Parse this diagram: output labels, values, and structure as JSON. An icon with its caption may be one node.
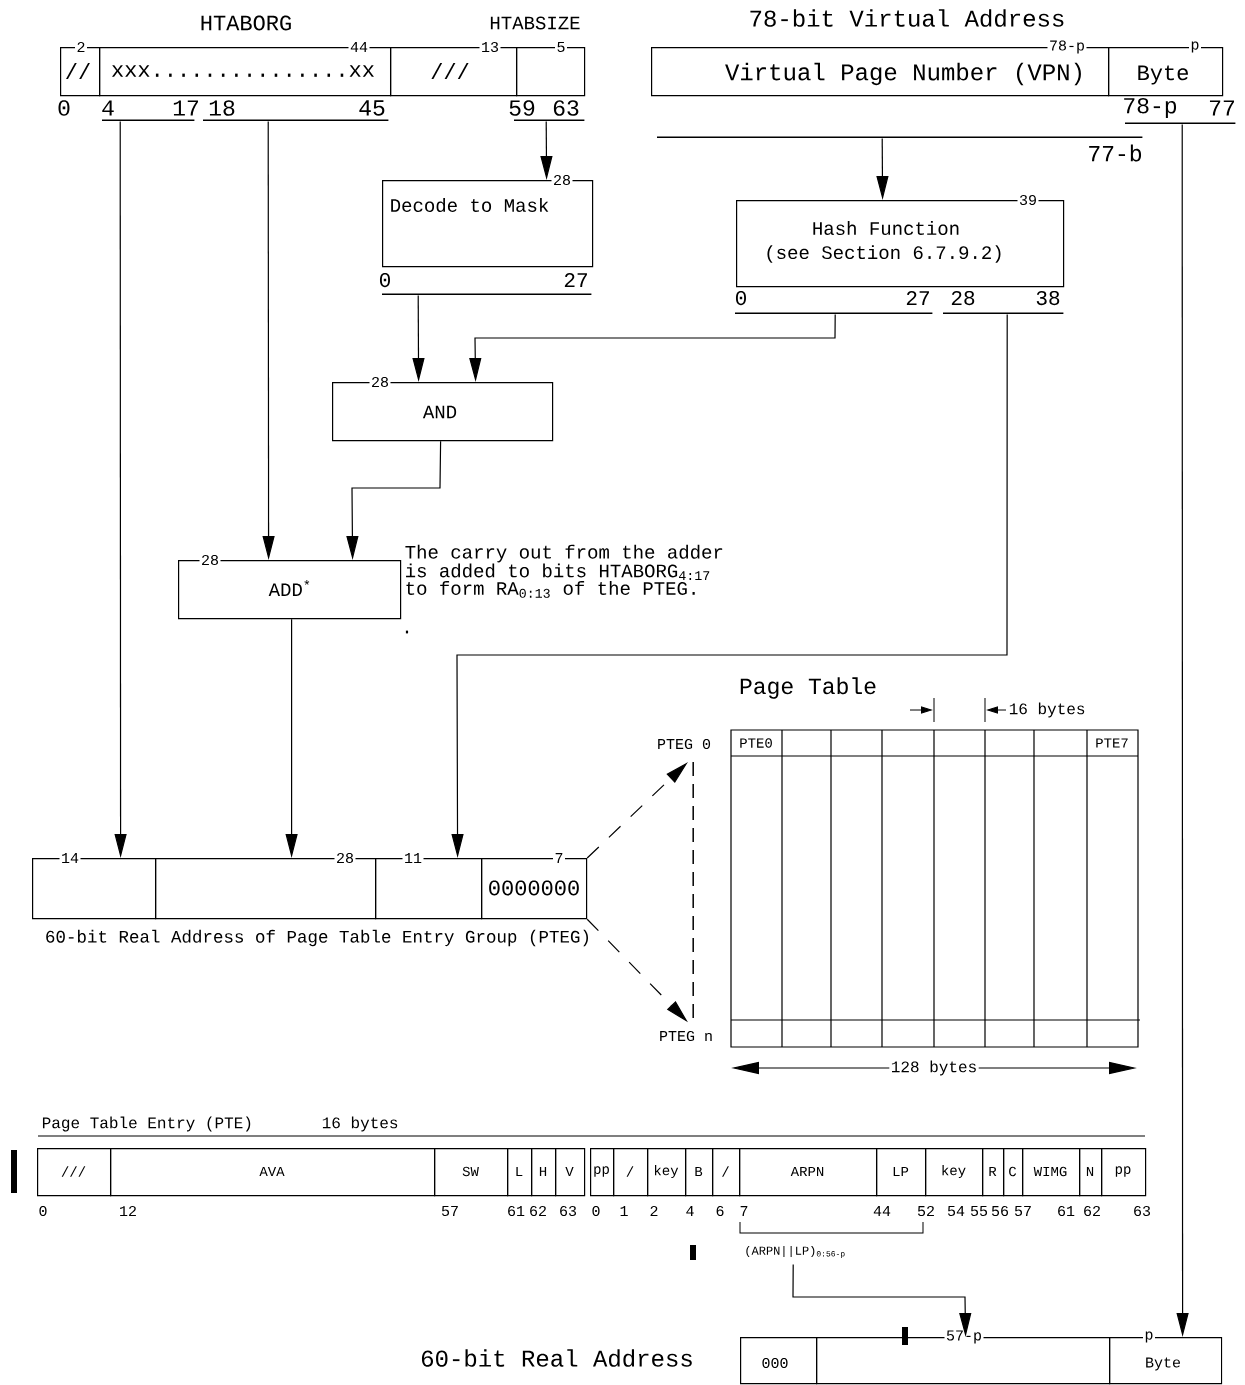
{
  "diagram": {
    "nodes": [
      {
        "text": [
          "2",
          "//"
        ]
      },
      {
        "text": [
          "44",
          "xxx...............xx"
        ]
      },
      {
        "text": [
          "13",
          "///"
        ]
      },
      {
        "text": [
          "5"
        ]
      },
      {
        "text": [],
        "shape": "line"
      },
      {
        "text": [],
        "shape": "line"
      },
      {
        "text": [],
        "shape": "line"
      },
      {
        "text": [
          "78-p",
          "Virtual Page Number (VPN)"
        ]
      },
      {
        "text": [
          "p",
          "Byte"
        ]
      },
      {
        "text": [],
        "shape": "line"
      },
      {
        "text": [],
        "shape": "line"
      },
      {
        "text": [
          "28",
          "Decode to Mask"
        ]
      },
      {
        "text": [],
        "shape": "line"
      },
      {
        "text": [
          "39",
          "Hash Function",
          "(see Section 6.7.9.2)"
        ]
      },
      {
        "text": [],
        "shape": "line"
      },
      {
        "text": [],
        "shape": "line"
      },
      {
        "text": [
          "28",
          "AND"
        ]
      },
      {
        "text": [
          "28",
          "ADD$^{*}$"
        ]
      },
      {
        "text": [
          "14"
        ]
      },
      {
        "text": [
          "28"
        ]
      },
      {
        "text": [
          "11"
        ]
      },
      {
        "text": [
          "7",
          "0000000"
        ]
      },
      {
        "text": [],
        "shape": "line"
      },
      {
        "text": [
          "///"
        ]
      },
      {
        "text": [
          "AVA"
        ]
      },
      {
        "text": [
          "SW"
        ]
      },
      {
        "text": [
          "L"
        ]
      },
      {
        "text": [
          "H"
        ]
      },
      {
        "text": [
          "V"
        ]
      },
      {
        "text": [
          "pp"
        ]
      },
      {
        "text": [
          "/"
        ]
      },
      {
        "text": [
          "key"
        ]
      },
      {
        "text": [
          "B"
        ]
      },
      {
        "text": [
          "/"
        ]
      },
      {
        "text": [
          "ARPN"
        ]
      },
      {
        "text": [
          "LP"
        ]
      },
      {
        "text": [
          "key"
        ]
      },
      {
        "text": [
          "R"
        ]
      },
      {
        "text": [
          "C"
        ]
      },
      {
        "text": [
          "WIMG"
        ]
      },
      {
        "text": [
          "N"
        ]
      },
      {
        "text": [
          "pp"
        ]
      },
      {
        "text": [
          "(ARPN||LP)$_{0:56-p}$"
        ]
      },
      {
        "text": [
          "000"
        ]
      },
      {
        "text": [
          "57-p"
        ]
      },
      {
        "text": [
          "p",
          "Byte"
        ]
      }
    ],
    "edges": [
      {
        "from": 4,
        "to": 18,
        "arrow": "to"
      },
      {
        "from": 5,
        "to": 17,
        "arrow": "to"
      },
      {
        "from": 6,
        "to": 11,
        "arrow": "to"
      },
      {
        "from": 10,
        "to": 13,
        "arrow": "to"
      },
      {
        "from": 9,
        "to": 45,
        "arrow": "to"
      },
      {
        "from": 12,
        "to": 16,
        "arrow": "to"
      },
      {
        "from": 14,
        "to": 16,
        "arrow": "to"
      },
      {
        "from": 16,
        "to": 17,
        "arrow": "to"
      },
      {
        "from": 15,
        "to": 20,
        "arrow": "to"
      },
      {
        "from": 17,
        "to": 19,
        "arrow": "to"
      },
      {
        "from": 21,
        "to": 22,
        "arrow": "to",
        "style": "dashed"
      },
      {
        "from": 21,
        "to": 22,
        "arrow": "to",
        "style": "dashed"
      },
      {
        "from": 42,
        "to": 44,
        "arrow": "to"
      }
    ],
    "labels": [
      "HTABORG",
      "HTABSIZE",
      "78-bit Virtual Address",
      "0",
      "4",
      "17",
      "18",
      "45",
      "59",
      "63",
      "78-p",
      "77",
      "77-b",
      "0",
      "27",
      "0",
      "27",
      "28",
      "38",
      "The carry out from the adder is added to bits HTABORG$_{4:17}$ to form RA$_{0:13}$ of the PTEG.",
      ".",
      "60-bit Real Address of Page Table Entry Group (PTEG)",
      "Page Table",
      "16 bytes",
      "PTEG 0",
      "PTE0",
      "PTE7",
      "PTEG n",
      "128 bytes",
      "Page Table Entry (PTE)",
      "16 bytes",
      "0",
      "12",
      "57",
      "61",
      "62",
      "63",
      "0",
      "1",
      "2",
      "4",
      "6",
      "7",
      "44",
      "52",
      "54",
      "55",
      "56",
      "57",
      "61",
      "62",
      "63",
      "60-bit Real Address"
    ]
  }
}
